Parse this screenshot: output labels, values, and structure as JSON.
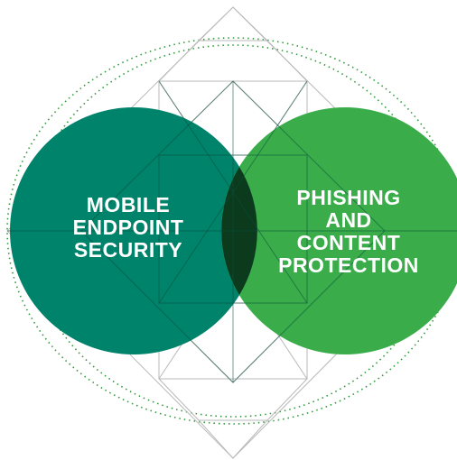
{
  "circles": [
    {
      "id": "left",
      "lines": [
        "MOBILE",
        "ENDPOINT",
        "SECURITY"
      ],
      "color": "#00836b"
    },
    {
      "id": "right",
      "lines": [
        "PHISHING",
        "AND",
        "CONTENT",
        "PROTECTION"
      ],
      "color": "#3aad4a"
    }
  ],
  "overlap_color": "#0b3a1d",
  "geometry_line_color": "#b9b9b9",
  "dotted_ring_color": "#2f9a3a"
}
